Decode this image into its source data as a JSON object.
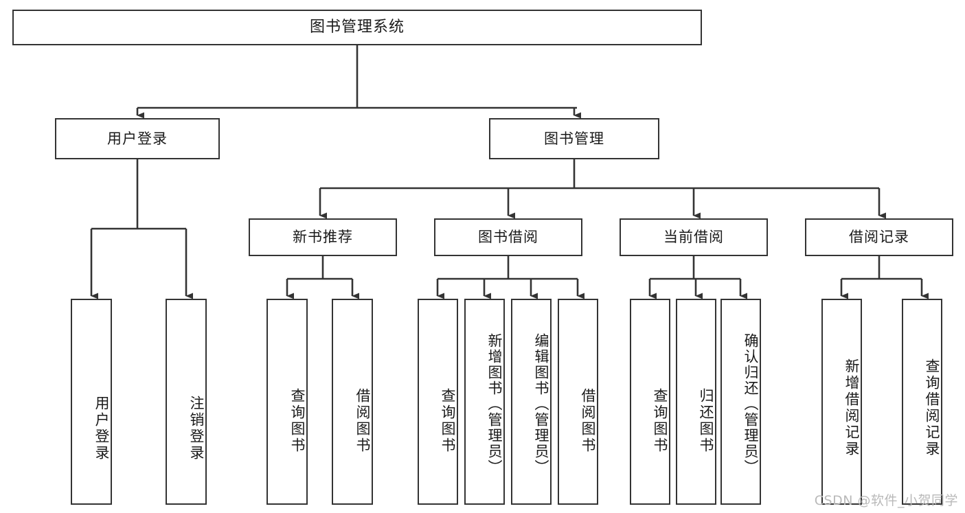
{
  "diagram": {
    "type": "tree-hierarchy",
    "title": "图书管理系统",
    "watermark": "CSDN @软件_小贺同学",
    "colors": {
      "stroke": "#333333",
      "fill": "#ffffff",
      "text": "#1a1a1a",
      "watermark": "#b9b9b9"
    },
    "levels": {
      "root": {
        "label": "图书管理系统"
      },
      "level2": [
        {
          "id": "user-login",
          "label": "用户登录"
        },
        {
          "id": "book-management",
          "label": "图书管理"
        }
      ],
      "level3": [
        {
          "id": "new-book-recommend",
          "label": "新书推荐",
          "parent": "book-management"
        },
        {
          "id": "book-borrow",
          "label": "图书借阅",
          "parent": "book-management"
        },
        {
          "id": "current-borrow",
          "label": "当前借阅",
          "parent": "book-management"
        },
        {
          "id": "borrow-record",
          "label": "借阅记录",
          "parent": "book-management"
        }
      ],
      "leaves": [
        {
          "id": "leaf-user-login",
          "label": "用户登录",
          "parent": "user-login"
        },
        {
          "id": "leaf-logout-login",
          "label": "注销登录",
          "parent": "user-login"
        },
        {
          "id": "leaf-query-book-1",
          "label": "查询图书",
          "parent": "new-book-recommend"
        },
        {
          "id": "leaf-borrow-book-1",
          "label": "借阅图书",
          "parent": "new-book-recommend"
        },
        {
          "id": "leaf-query-book-2",
          "label": "查询图书",
          "parent": "book-borrow"
        },
        {
          "id": "leaf-add-book",
          "label": "新增图书（管理员）",
          "parent": "book-borrow"
        },
        {
          "id": "leaf-edit-book",
          "label": "编辑图书（管理员）",
          "parent": "book-borrow"
        },
        {
          "id": "leaf-borrow-book-2",
          "label": "借阅图书",
          "parent": "book-borrow"
        },
        {
          "id": "leaf-query-book-3",
          "label": "查询图书",
          "parent": "current-borrow"
        },
        {
          "id": "leaf-return-book",
          "label": "归还图书",
          "parent": "current-borrow"
        },
        {
          "id": "leaf-confirm-return",
          "label": "确认归还（管理员）",
          "parent": "current-borrow"
        },
        {
          "id": "leaf-add-record",
          "label": "新增借阅记录",
          "parent": "borrow-record"
        },
        {
          "id": "leaf-query-record",
          "label": "查询借阅记录",
          "parent": "borrow-record"
        }
      ]
    }
  }
}
